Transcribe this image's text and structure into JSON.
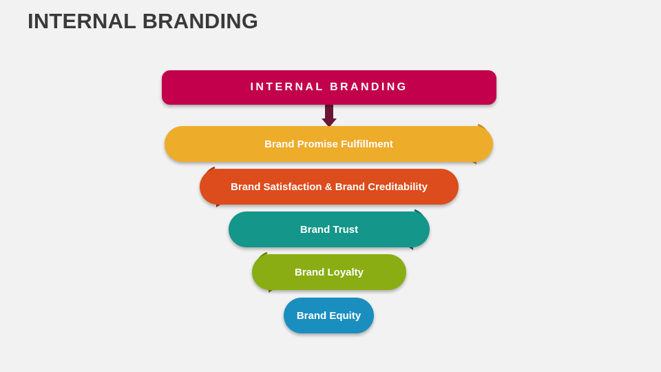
{
  "title": "INTERNAL BRANDING",
  "diagram": {
    "header": {
      "label": "INTERNAL BRANDING",
      "color": "#c2004b",
      "arrow_color": "#6d1537"
    },
    "levels": [
      {
        "label": "Brand Promise Fulfillment",
        "color": "#eeac2b",
        "arrow_color": "#c98a1c",
        "arrow_side": "right"
      },
      {
        "label": "Brand Satisfaction & Brand Creditability",
        "color": "#dc4c1c",
        "arrow_color": "#a83a14",
        "arrow_side": "left"
      },
      {
        "label": "Brand Trust",
        "color": "#14968a",
        "arrow_color": "#0e6f66",
        "arrow_side": "right"
      },
      {
        "label": "Brand Loyalty",
        "color": "#8aad13",
        "arrow_color": "#69870d",
        "arrow_side": "left"
      },
      {
        "label": "Brand Equity",
        "color": "#1a8fbf",
        "arrow_side": "none"
      }
    ]
  }
}
